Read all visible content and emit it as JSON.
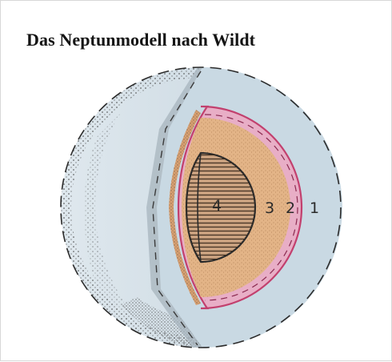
{
  "title": "Das Neptunmodell nach Wildt",
  "layers": [
    {
      "label": "1",
      "color": "#c9d9e3"
    },
    {
      "label": "2",
      "color": "#e8aec6"
    },
    {
      "label": "3",
      "color": "#e3b487"
    },
    {
      "label": "4",
      "color": "#c8a07e"
    }
  ],
  "colors": {
    "outline": "#2b2b2b",
    "mantle_outline": "#c2406e",
    "stipple": "#3a3a3a",
    "background": "#ffffff"
  }
}
